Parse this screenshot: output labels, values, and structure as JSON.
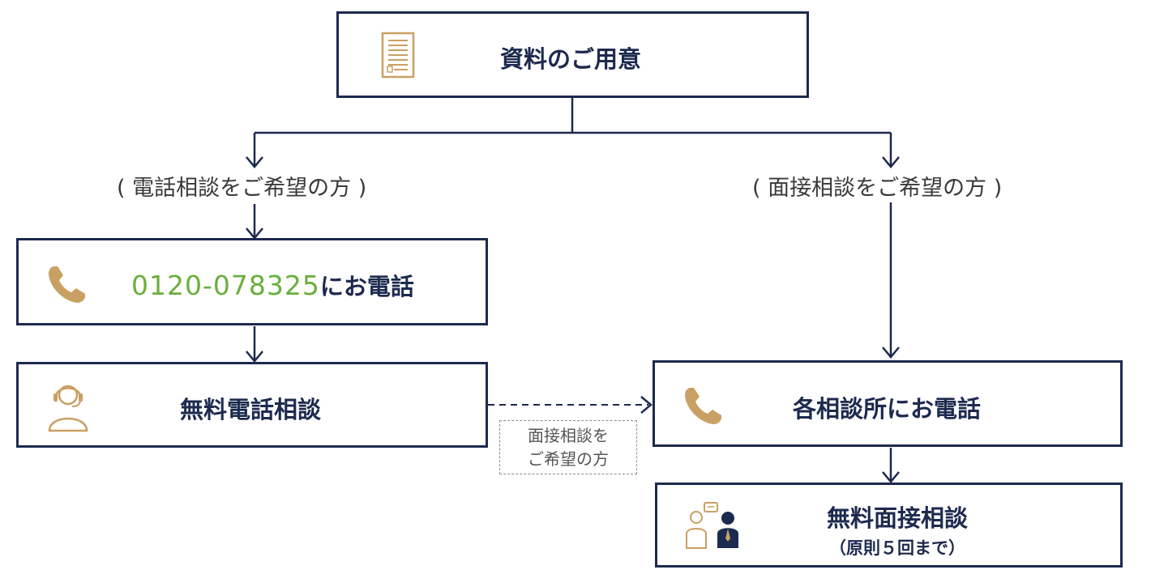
{
  "colors": {
    "navy": "#1d2a4f",
    "gold": "#c9a063",
    "green": "#6aaf3d",
    "grey": "#8c8c8c"
  },
  "nodes": {
    "prepare": {
      "title": "資料のご用意",
      "icon": "document-icon"
    },
    "phone_call": {
      "number": "0120-078325",
      "suffix": "にお電話",
      "icon": "phone-icon"
    },
    "free_phone_consult": {
      "title": "無料電話相談",
      "icon": "headset-operator-icon"
    },
    "office_call": {
      "title": "各相談所にお電話",
      "icon": "phone-icon"
    },
    "free_interview": {
      "title": "無料面接相談",
      "subtitle": "（原則５回まで）",
      "icon": "consultation-icon"
    }
  },
  "branches": {
    "left": "( 電話相談をご希望の方 )",
    "right": "( 面接相談をご希望の方 )"
  },
  "dashed_note": {
    "line1": "面接相談を",
    "line2": "ご希望の方"
  }
}
